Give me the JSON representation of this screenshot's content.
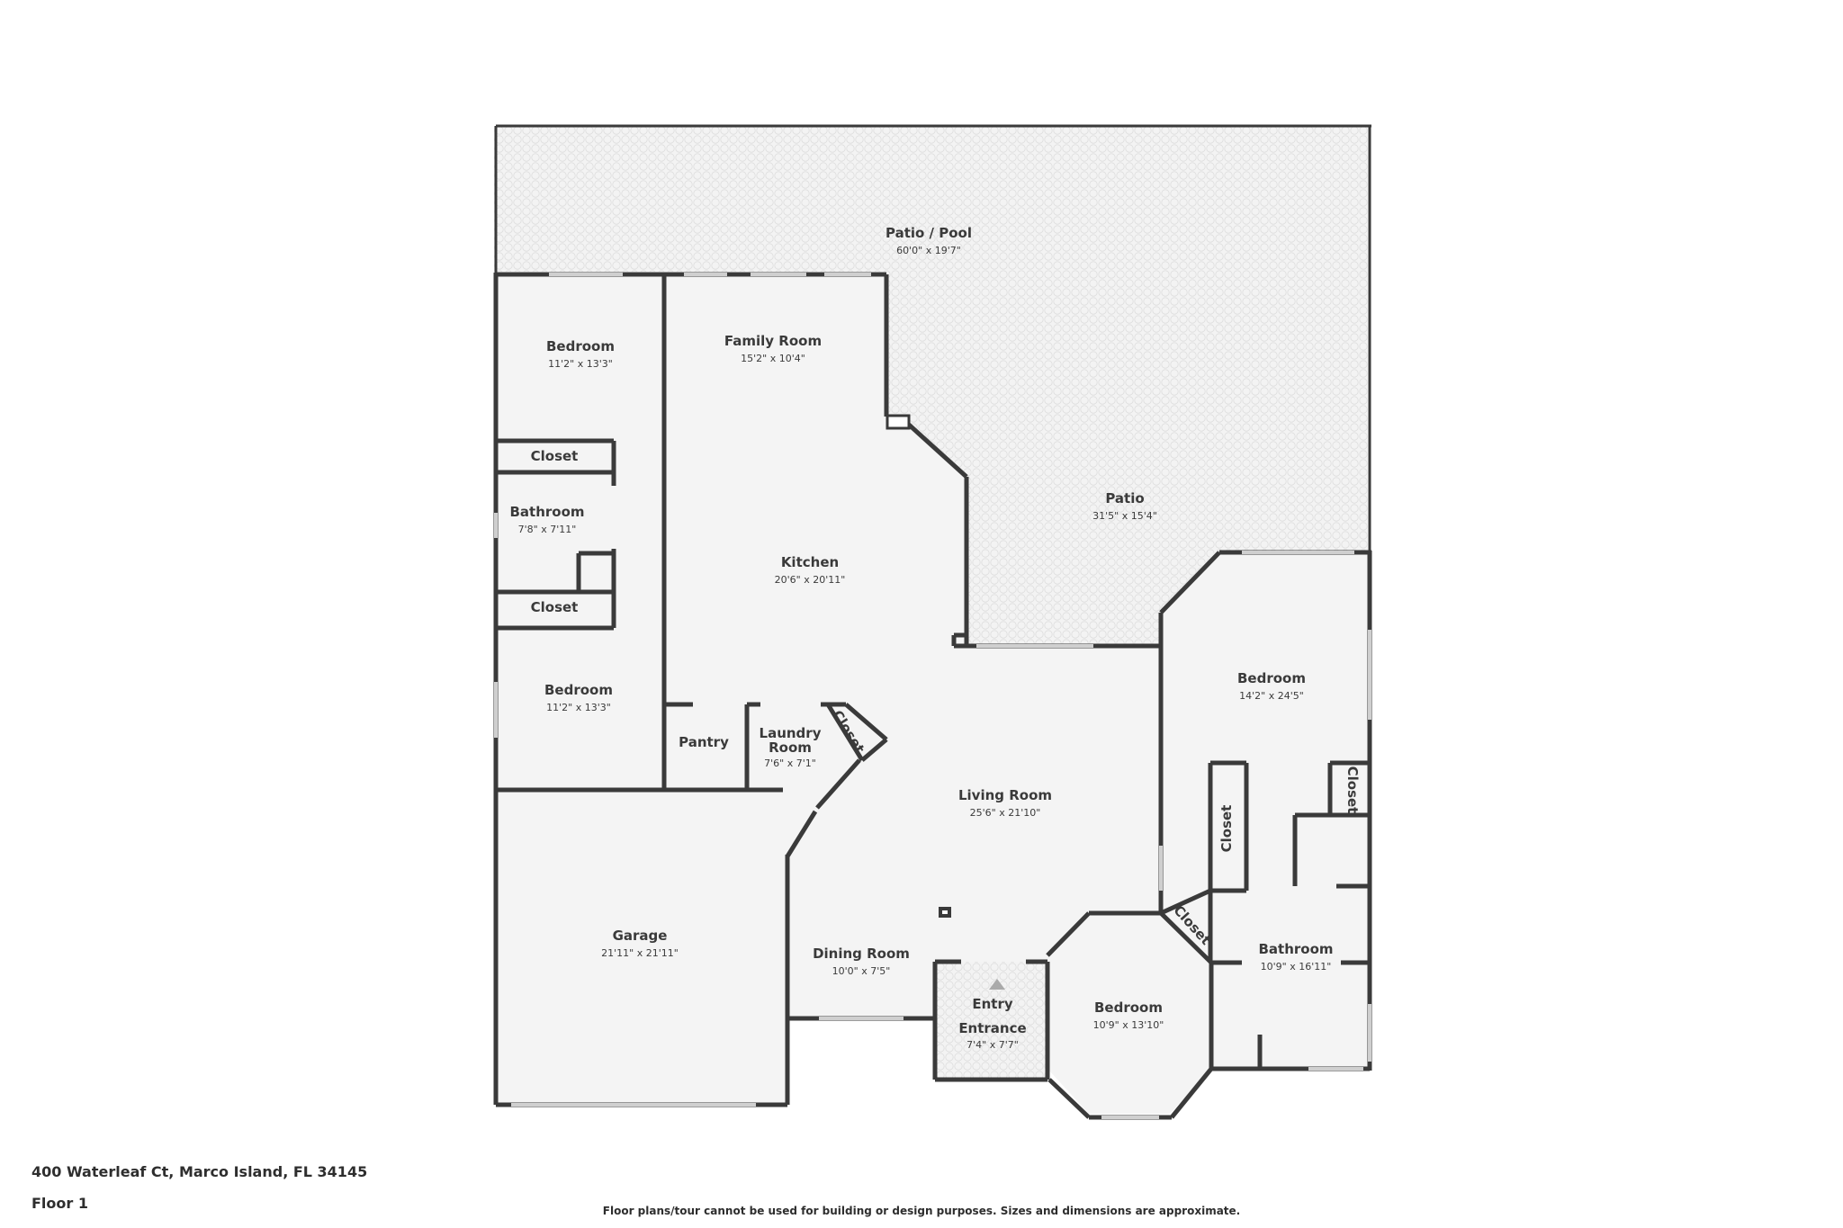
{
  "rooms": {
    "patio_pool": {
      "name": "Patio / Pool",
      "dims": "60'0\" x 19'7\""
    },
    "patio": {
      "name": "Patio",
      "dims": "31'5\" x 15'4\""
    },
    "bedroom_nw": {
      "name": "Bedroom",
      "dims": "11'2\" x 13'3\""
    },
    "closet_1": {
      "name": "Closet"
    },
    "bathroom_w": {
      "name": "Bathroom",
      "dims": "7'8\" x 7'11\""
    },
    "closet_2": {
      "name": "Closet"
    },
    "bedroom_w": {
      "name": "Bedroom",
      "dims": "11'2\" x 13'3\""
    },
    "family_room": {
      "name": "Family Room",
      "dims": "15'2\" x 10'4\""
    },
    "kitchen": {
      "name": "Kitchen",
      "dims": "20'6\" x 20'11\""
    },
    "pantry": {
      "name": "Pantry"
    },
    "laundry": {
      "name_line1": "Laundry",
      "name_line2": "Room",
      "dims": "7'6\" x 7'1\""
    },
    "closet_laundry": {
      "name": "Closet"
    },
    "living_room": {
      "name": "Living Room",
      "dims": "25'6\" x 21'10\""
    },
    "garage": {
      "name": "Garage",
      "dims": "21'11\" x 21'11\""
    },
    "dining_room": {
      "name": "Dining Room",
      "dims": "10'0\" x 7'5\""
    },
    "entry": {
      "name": "Entry"
    },
    "entrance": {
      "name": "Entrance",
      "dims": "7'4\" x 7'7\""
    },
    "bedroom_s": {
      "name": "Bedroom",
      "dims": "10'9\" x 13'10\""
    },
    "closet_bath": {
      "name": "Closet"
    },
    "bedroom_e": {
      "name": "Bedroom",
      "dims": "14'2\" x 24'5\""
    },
    "closet_e1": {
      "name": "Closet"
    },
    "closet_e2": {
      "name": "Closet"
    },
    "bathroom_e": {
      "name": "Bathroom",
      "dims": "10'9\" x 16'11\""
    }
  },
  "footer": {
    "address": "400 Waterleaf Ct, Marco Island, FL 34145",
    "floor": "Floor 1",
    "disclaimer": "Floor plans/tour cannot be used for building or design purposes. Sizes and dimensions are approximate."
  }
}
